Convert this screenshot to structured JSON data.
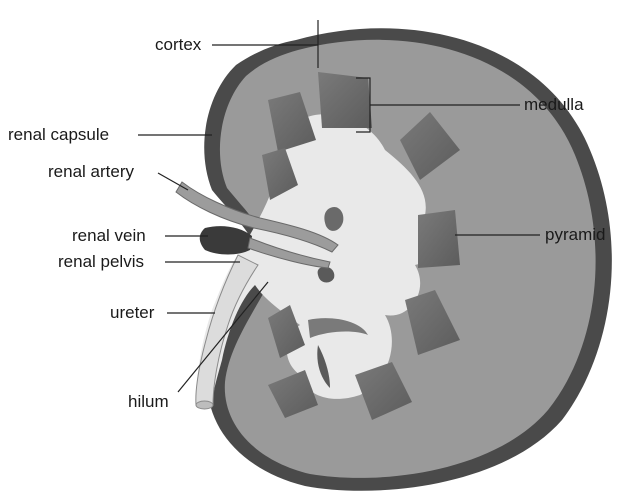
{
  "labels": {
    "cortex": "cortex",
    "medulla": "medulla",
    "renal_capsule": "renal capsule",
    "renal_artery": "renal artery",
    "renal_vein": "renal vein",
    "renal_pelvis": "renal pelvis",
    "pyramid": "pyramid",
    "ureter": "ureter",
    "hilum": "hilum"
  },
  "colors": {
    "capsule": "#4a4a4a",
    "cortex": "#9a9a9a",
    "pyramid": "#6f6f6f",
    "pelvis": "#e9e9e9",
    "vein": "#3a3a3a",
    "leader": "#222222"
  }
}
